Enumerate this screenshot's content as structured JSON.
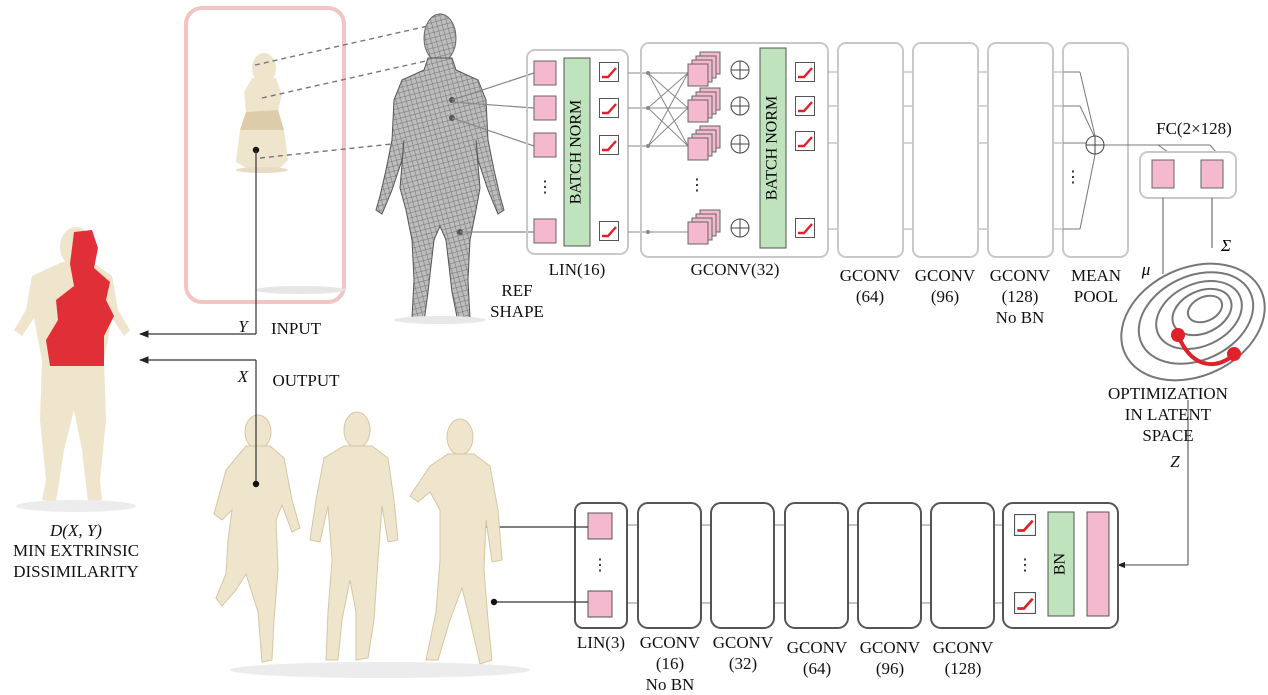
{
  "encoder": {
    "lin_label": "LIN(16)",
    "gconv32_label": "GCONV(32)",
    "gconv64_label": "GCONV\n(64)",
    "gconv96_label": "GCONV\n(96)",
    "gconv128_label": "GCONV\n(128)\nNo BN",
    "meanpool_label": "MEAN\nPOOL",
    "batchnorm_text": "BATCH NORM",
    "fc_label": "FC(2×128)",
    "mu_label": "μ",
    "sigma_label": "Σ"
  },
  "decoder": {
    "lin_label": "LIN(3)",
    "gconv16_label": "GCONV\n(16)\nNo BN",
    "gconv32_label": "GCONV\n(32)",
    "gconv64_label": "GCONV\n(64)",
    "gconv96_label": "GCONV\n(96)",
    "gconv128_label": "GCONV\n(128)",
    "bn_text": "BN"
  },
  "labels": {
    "ref_shape": "REF\nSHAPE",
    "input": "INPUT",
    "output": "OUTPUT",
    "y_var": "Y",
    "x_var": "X",
    "z_var": "Z",
    "optimization": "OPTIMIZATION\nIN LATENT\nSPACE",
    "dissimilarity_formula": "D(X, Y)",
    "dissimilarity_text": "MIN EXTRINSIC\nDISSIMILARITY"
  },
  "colors": {
    "skin": "#efe4cc",
    "skin_shade": "#dcccaa",
    "red": "#e0202a",
    "pink": "#f4b8cf",
    "green": "#bfe3bc",
    "light_box": "#c8c8c8",
    "dark_box": "#444444",
    "input_frame": "#f2c4c4"
  }
}
